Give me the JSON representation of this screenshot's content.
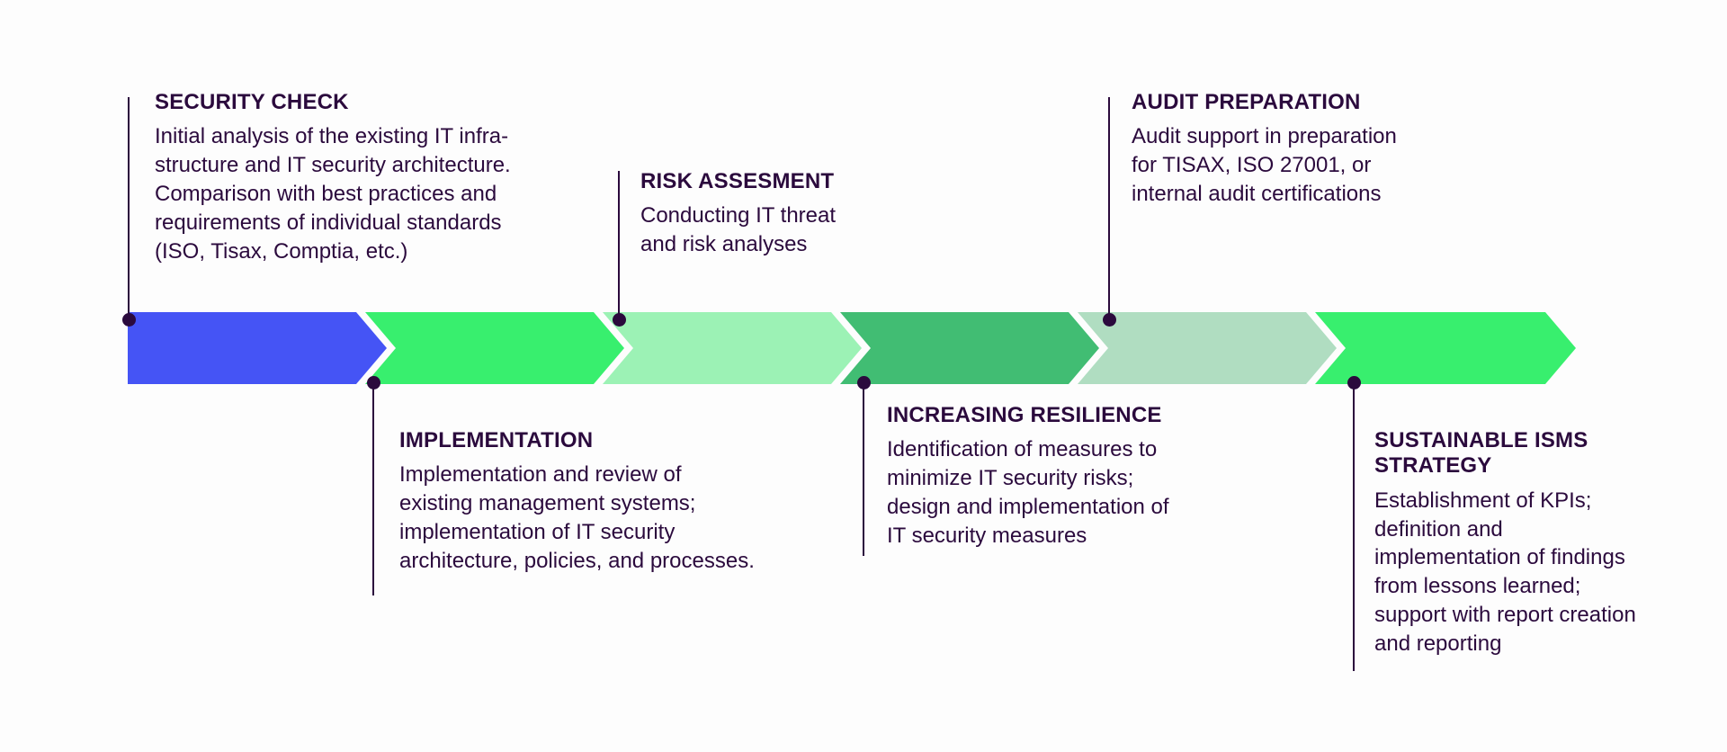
{
  "diagram": {
    "type": "process-flow",
    "orientation": "horizontal",
    "step_count": 6,
    "background_color": "#fdfdfd",
    "text_color": "#2b0a3d",
    "connector_color": "#2b0a3d",
    "steps": [
      {
        "index": 1,
        "title": "SECURITY CHECK",
        "body": "Initial analysis of the existing IT infra-\nstructure and IT security architecture.\nComparison with best practices and\nrequirements of individual standards\n(ISO, Tisax, Comptia, etc.)",
        "color": "#4554f5",
        "label_position": "above"
      },
      {
        "index": 2,
        "title": "IMPLEMENTATION",
        "body": "Implementation and review of\nexisting management systems;\nimplementation of IT security\narchitecture, policies, and processes.",
        "color": "#38ef6e",
        "label_position": "below"
      },
      {
        "index": 3,
        "title": "RISK ASSESMENT",
        "body": "Conducting IT threat\nand risk analyses",
        "color": "#9cf2b5",
        "label_position": "above"
      },
      {
        "index": 4,
        "title": "INCREASING RESILIENCE",
        "body": "Identification of measures to\nminimize IT security risks;\ndesign and implementation of\nIT security measures",
        "color": "#41bd73",
        "label_position": "below"
      },
      {
        "index": 5,
        "title": "AUDIT PREPARATION",
        "body": "Audit support in preparation\nfor TISAX, ISO 27001, or\ninternal audit certifications",
        "color": "#b0ddc1",
        "label_position": "above"
      },
      {
        "index": 6,
        "title": "SUSTAINABLE ISMS\nSTRATEGY",
        "body": "Establishment of KPIs;\ndefinition and\nimplementation of findings\nfrom lessons learned;\nsupport with report creation\nand reporting",
        "color": "#38ef6e",
        "label_position": "below"
      }
    ]
  }
}
